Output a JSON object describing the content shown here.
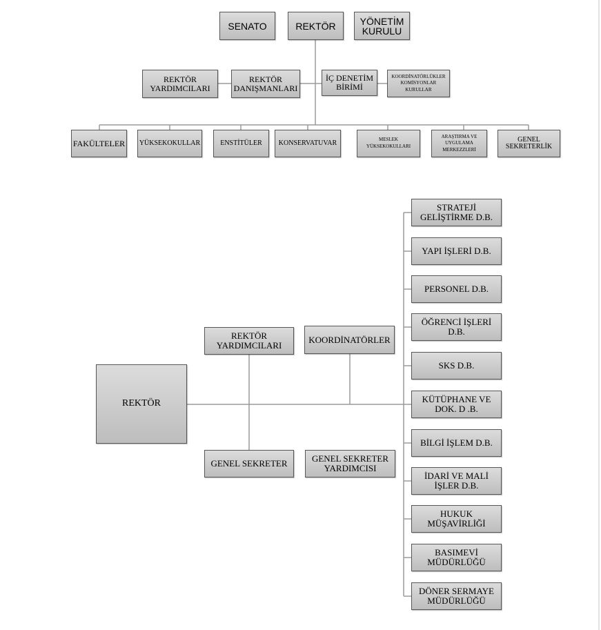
{
  "top_chart": {
    "senato": "SENATO",
    "rektor": "REKTÖR",
    "yonetim_kurulu": "YÖNETİM\nKURULU",
    "rektor_yardimcilari": "REKTÖR\nYARDIMCILARI",
    "rektor_danismanlari": "REKTÖR\nDANIŞMANLARI",
    "ic_denetim_birimi": "İÇ DENETİM\nBİRİMİ",
    "koordinatorlukler": "KOORDİNATÖRLÜKLER\nKOMİSYONLAR\nKURULLAR",
    "units": [
      "FAKÜLTELER",
      "YÜKSEKOKULLAR",
      "ENSTİTÜLER",
      "KONSERVATUVAR",
      "MESLEK\nYÜKSEKOKULLARI",
      "ARAŞTIRMA VE\nUYGULAMA\nMERKEZZLERİ",
      "GENEL\nSEKRETERLİK"
    ]
  },
  "bottom_chart": {
    "rektor": "REKTÖR",
    "rektor_yardimcilari": "REKTÖR\nYARDIMCILARI",
    "koordinatorler": "KOORDİNATÖRLER",
    "genel_sekreter": "GENEL SEKRETER",
    "genel_sekreter_yardimcisi": "GENEL SEKRETER\nYARDIMCISI",
    "departments": [
      "STRATEJİ\nGELİŞTİRME D.B.",
      "YAPI İŞLERİ D.B.",
      "PERSONEL  D.B.",
      "ÖĞRENCİ İŞLERİ\nD.B.",
      "SKS D.B.",
      "KÜTÜPHANE VE\nDOK. D .B.",
      "BİLGİ İŞLEM D.B.",
      "İDARİ VE MALİ\nİŞLER D.B.",
      "HUKUK\nMÜŞAVİRLİĞİ",
      "BASIMEVİ\nMÜDÜRLÜĞÜ",
      "DÖNER SERMAYE\nMÜDÜRLÜĞÜ"
    ]
  }
}
